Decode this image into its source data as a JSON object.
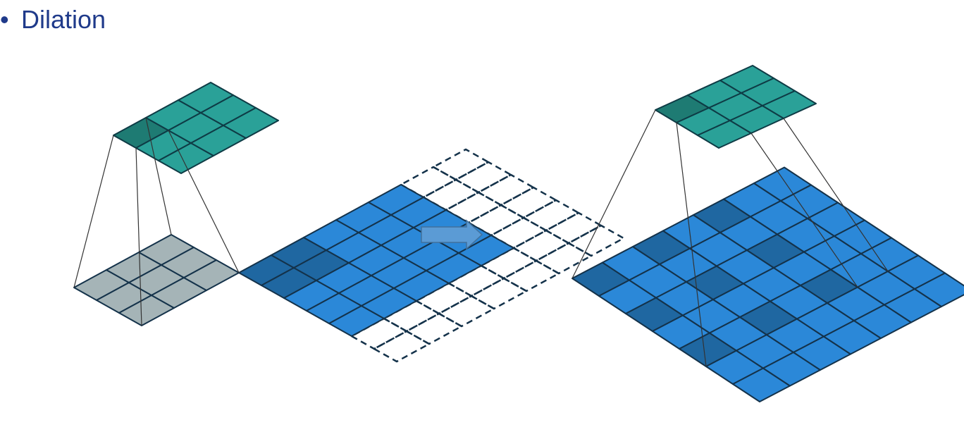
{
  "slide": {
    "bullet": "•",
    "title": "Dilation"
  },
  "colors": {
    "title_text": "#1F3A8A",
    "kernel_fill": "#2AA198",
    "kernel_active": "#1E7B73",
    "kernel_stroke": "#0E3B45",
    "input_fill": "#2B88D8",
    "input_active": "#1F67A1",
    "input_stroke": "#14324A",
    "padding_fill": "#A5B4B7",
    "padding_overlap": "#1F67A1",
    "dashed_stroke": "#14324A",
    "arrow_fill": "#5B9BD5",
    "arrow_stroke": "#41719C",
    "projection_line": "#333333"
  },
  "diagram_left": {
    "kernel_size": 3,
    "input_size": 5,
    "padding_cells": 3,
    "dashed_extra_cells": 2,
    "active_kernel_cell": [
      0,
      0
    ]
  },
  "diagram_right": {
    "kernel_size": 3,
    "input_size": 7,
    "dilation": 2,
    "active_kernel_cell": [
      0,
      0
    ]
  },
  "icons": {
    "arrow": "right-arrow-icon"
  }
}
